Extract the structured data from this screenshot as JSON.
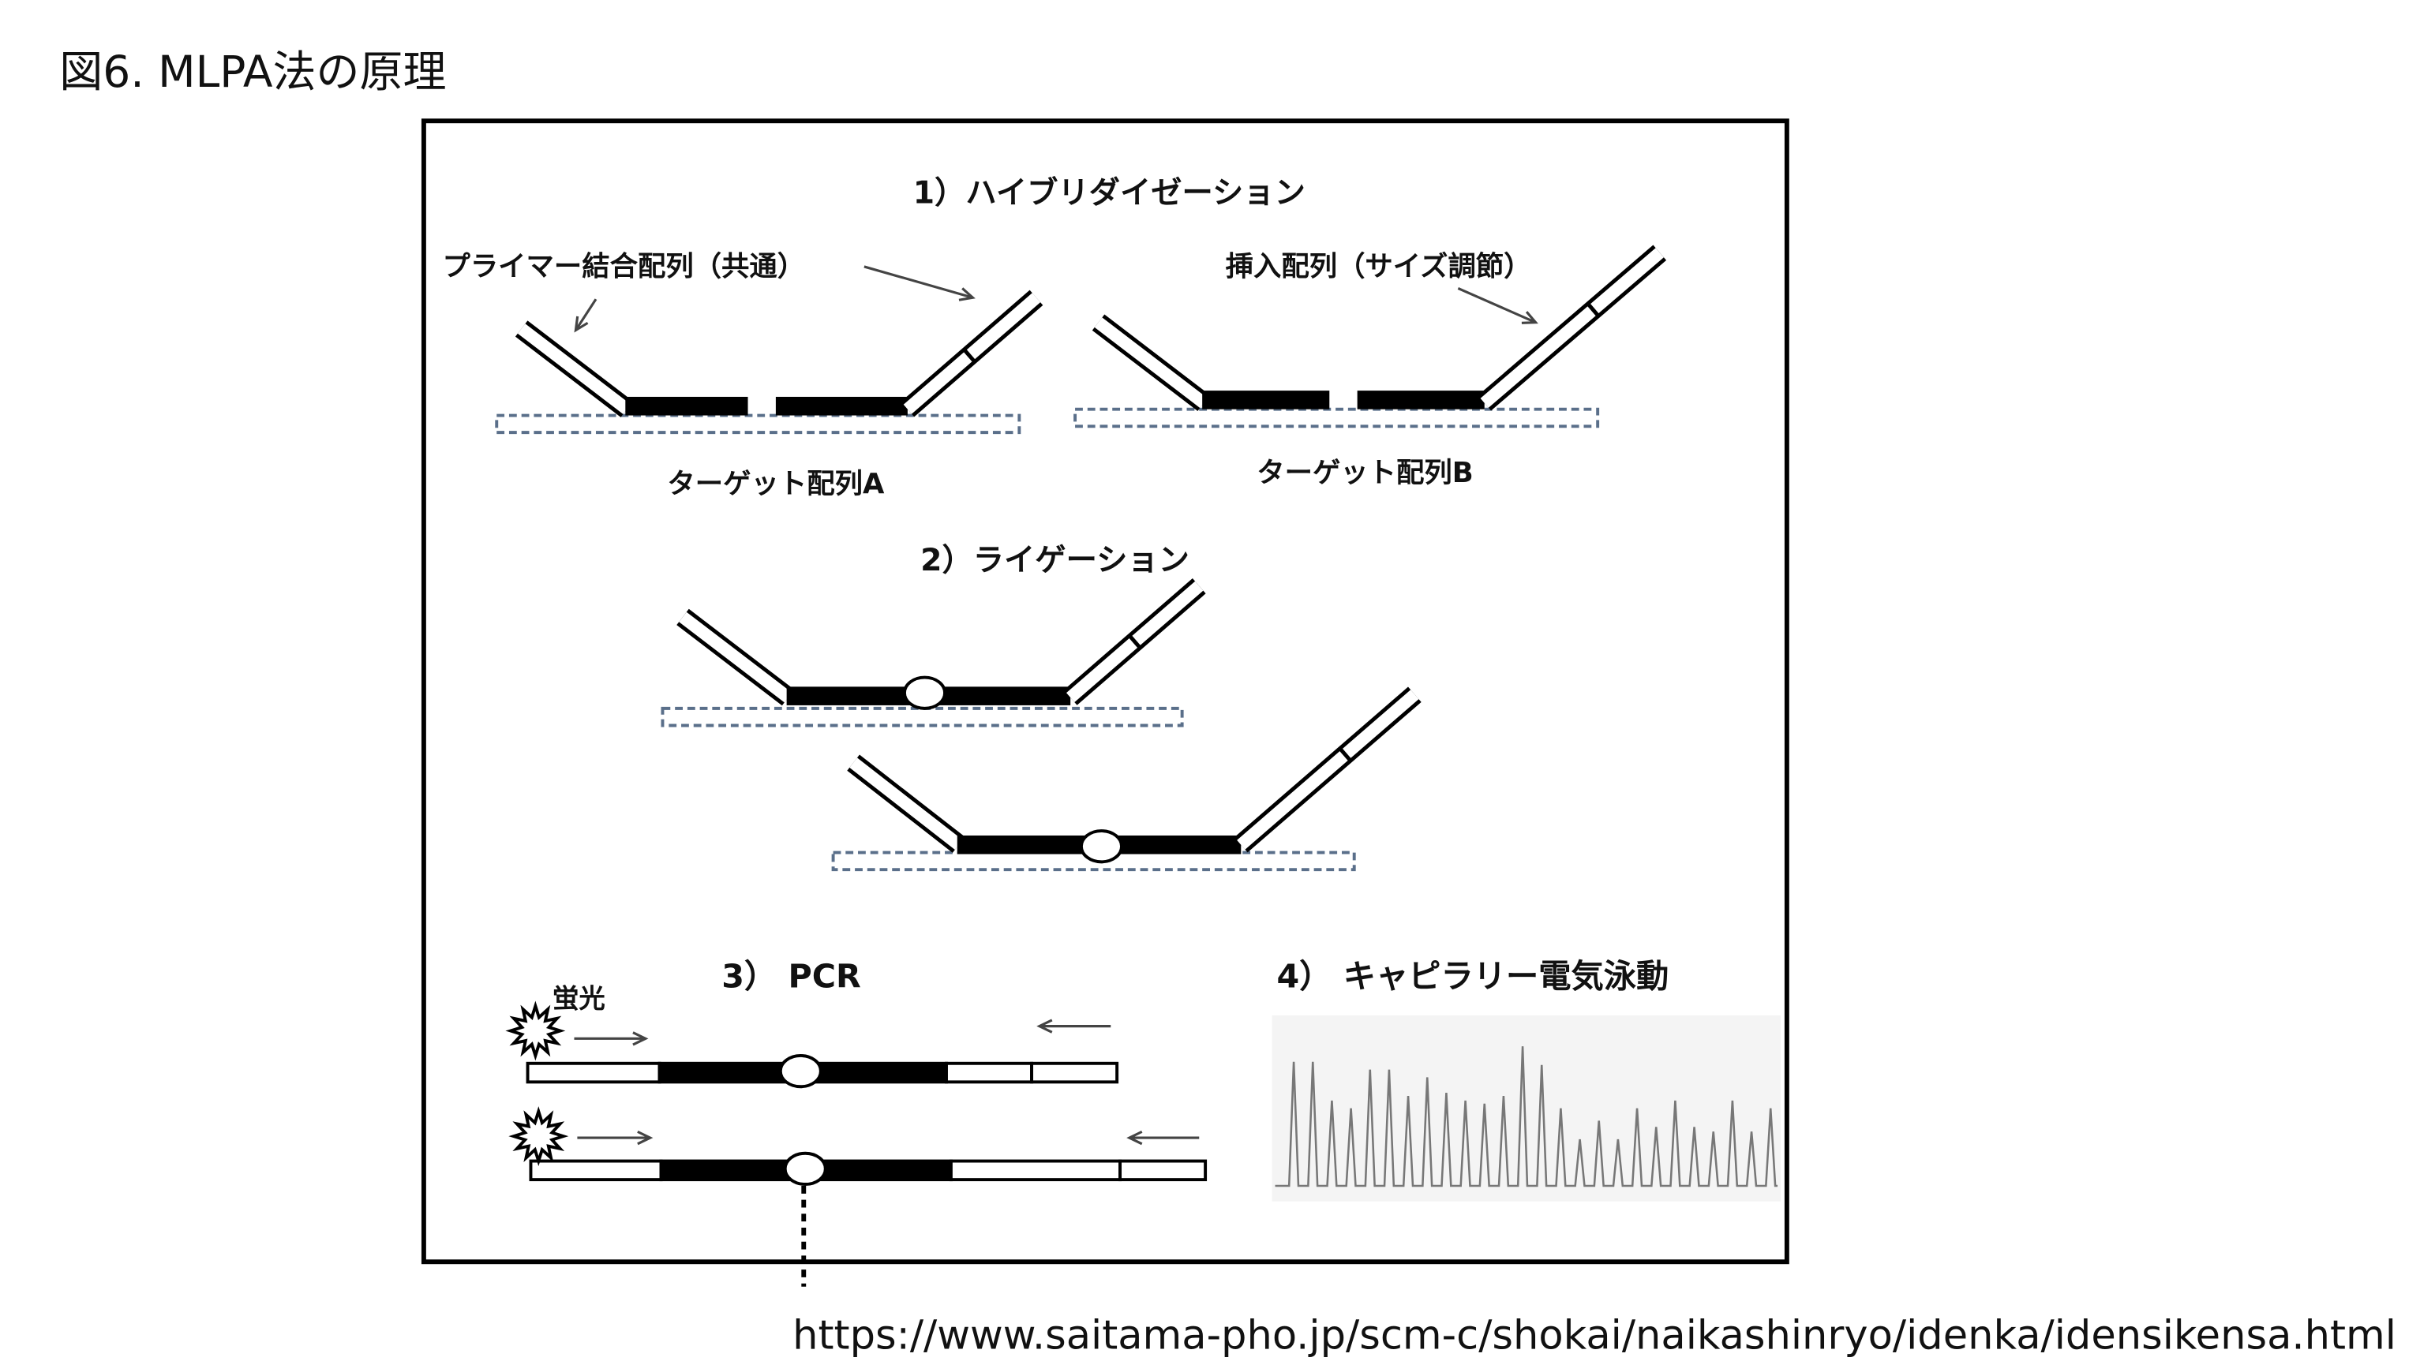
{
  "title": "図6. MLPA法の原理",
  "source_url": "https://www.saitama-pho.jp/scm-c/shokai/naikashinryo/idenka/idensikensa.html",
  "diagram": {
    "step1_title": "1）ハイブリダイゼーション",
    "primer_label": "プライマー結合配列（共通）",
    "insert_label": "挿入配列（サイズ調節）",
    "target_a": "ターゲット配列A",
    "target_b": "ターゲット配列B",
    "step2_title": "2）ライゲーション",
    "step3_title": "3） PCR",
    "fluorescence_label": "蛍光",
    "step4_title": "4） キャピラリー電気泳動",
    "electropherogram": {
      "peak_heights": [
        0.8,
        0.8,
        0.55,
        0.5,
        0.75,
        0.75,
        0.58,
        0.7,
        0.6,
        0.55,
        0.53,
        0.58,
        0.9,
        0.78,
        0.5,
        0.3,
        0.42,
        0.3,
        0.5,
        0.38,
        0.55,
        0.38,
        0.35,
        0.55,
        0.35,
        0.5
      ]
    }
  },
  "colors": {
    "target_dash": "#5a6f8a",
    "line": "#000000",
    "peak": "#777777"
  }
}
